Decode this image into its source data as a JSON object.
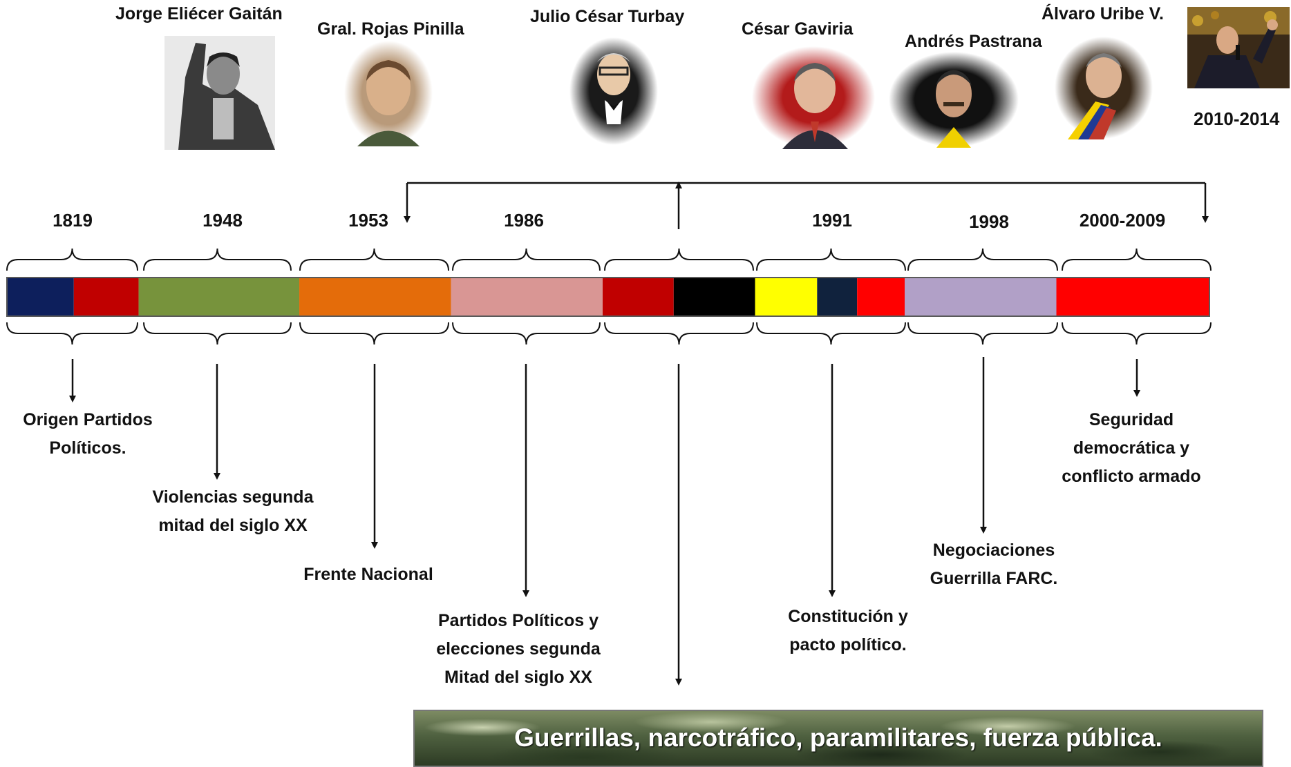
{
  "people": [
    {
      "name": "Jorge Eliécer Gaitán"
    },
    {
      "name": "Gral. Rojas Pinilla"
    },
    {
      "name": "Julio César Turbay"
    },
    {
      "name": "César Gaviria"
    },
    {
      "name": "Andrés Pastrana"
    },
    {
      "name": "Álvaro Uribe V."
    }
  ],
  "current_period": "2010-2014",
  "years": [
    "1819",
    "1948",
    "1953",
    "1986",
    "1991",
    "1998",
    "2000-2009"
  ],
  "events": [
    {
      "line1": "Origen Partidos",
      "line2": "Políticos."
    },
    {
      "line1": "Violencias segunda",
      "line2": "mitad del siglo XX"
    },
    {
      "line1": "Frente Nacional"
    },
    {
      "line1": "Partidos Políticos y",
      "line2": "elecciones segunda",
      "line3": "Mitad del siglo XX"
    },
    {
      "line1": "Constitución y",
      "line2": "pacto político."
    },
    {
      "line1": "Negociaciones",
      "line2": "Guerrilla FARC."
    },
    {
      "line1": "Seguridad",
      "line2": "democrática y",
      "line3": "conflicto armado"
    }
  ],
  "banner": "Guerrillas, narcotráfico, paramilitares, fuerza pública.",
  "timeline_colors": [
    "#0d1f5c",
    "#c00000",
    "#77933c",
    "#e46c0a",
    "#d99694",
    "#c00000",
    "#000000",
    "#ffff00",
    "#10223d",
    "#ff0000",
    "#b1a0c7",
    "#ff0000"
  ]
}
